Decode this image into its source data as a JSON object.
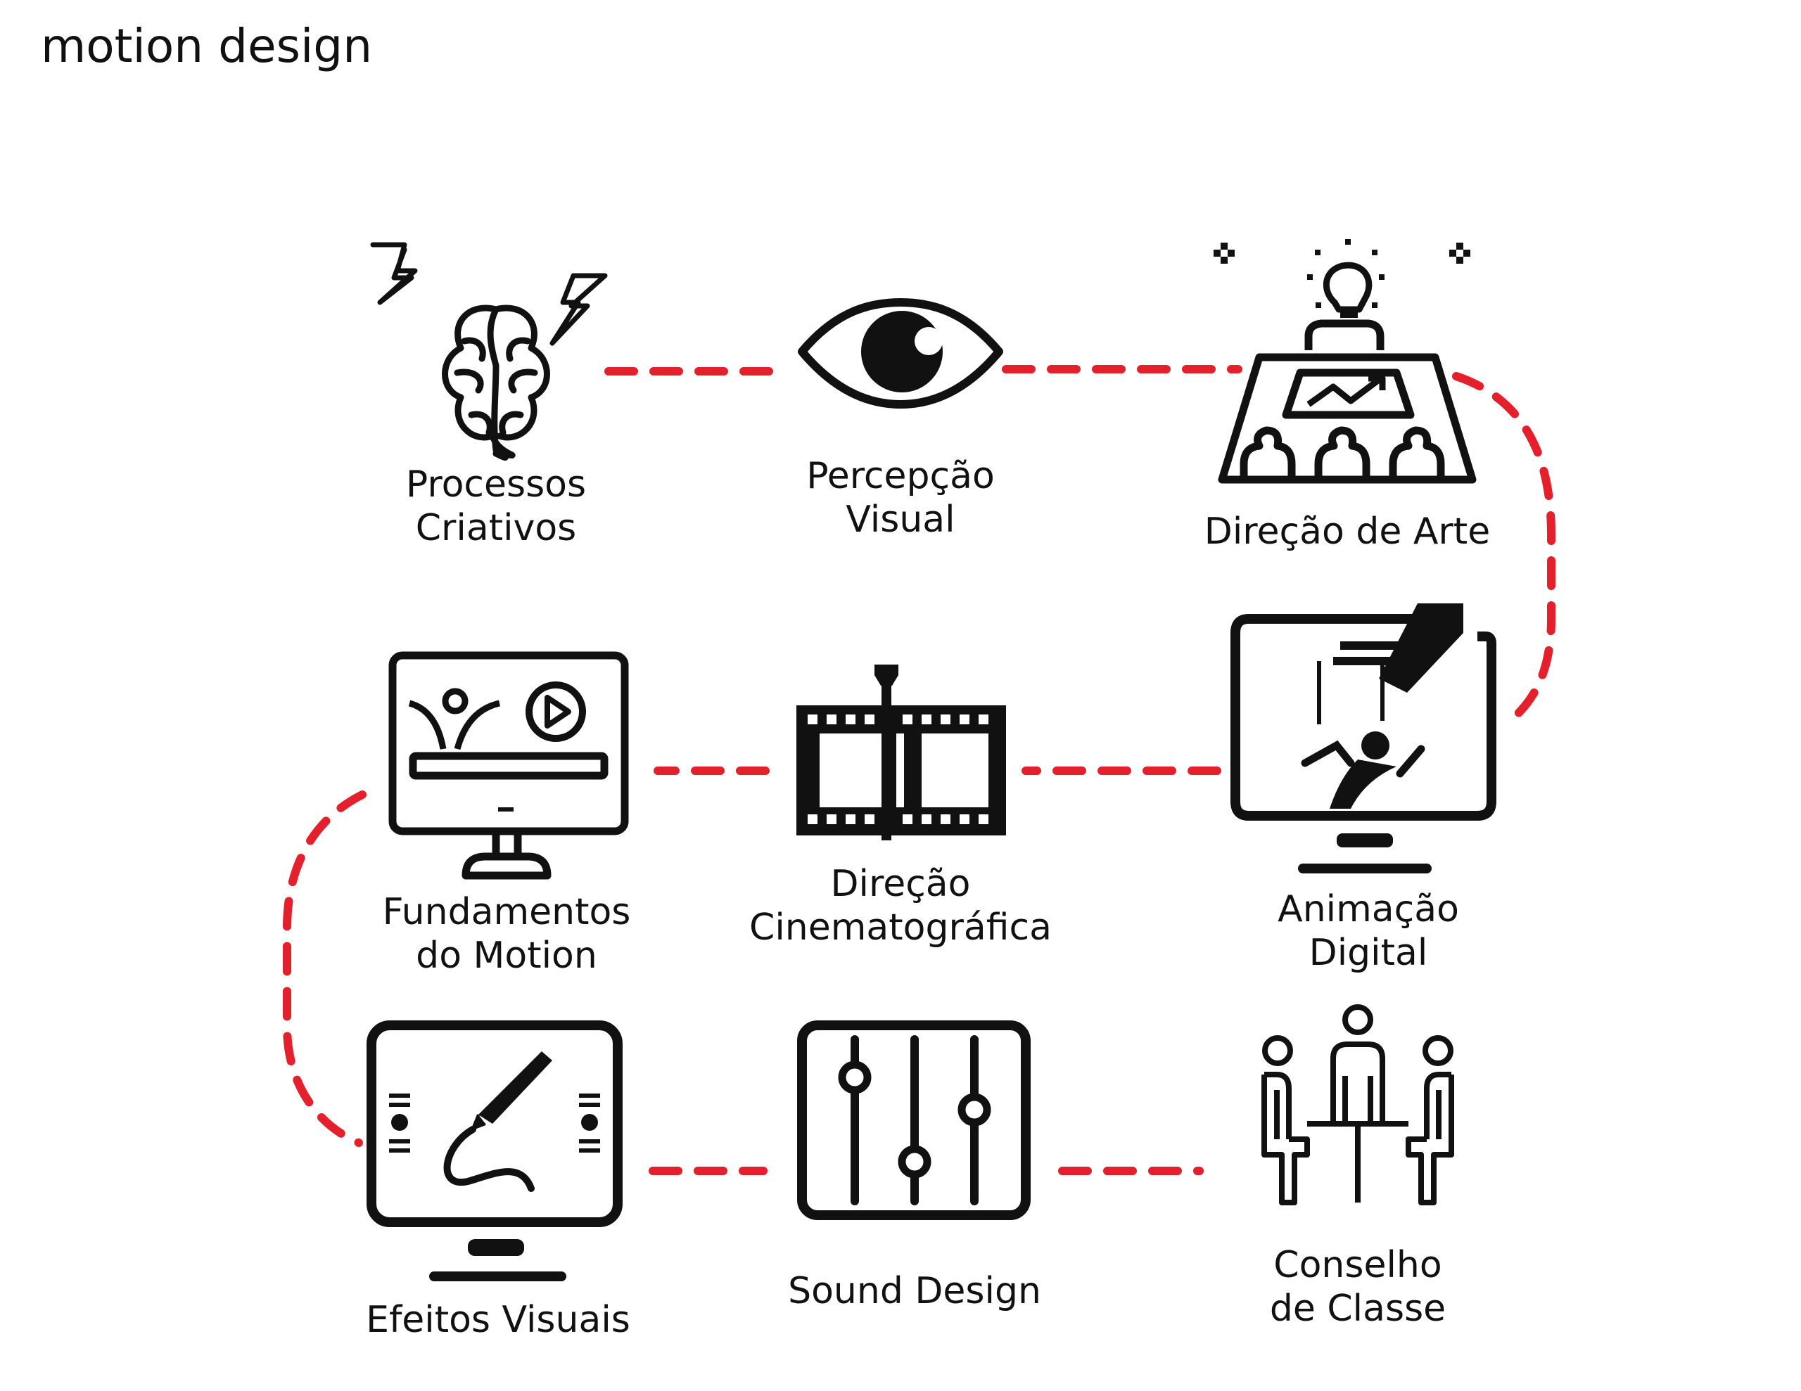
{
  "page": {
    "title": "motion design"
  },
  "colors": {
    "connector": "#e3202b",
    "ink": "#111111",
    "background": "#ffffff"
  },
  "nodes": [
    {
      "icon": "brain-lightning-icon",
      "lines": [
        "Processos",
        "Criativos"
      ]
    },
    {
      "icon": "eye-icon",
      "lines": [
        "Percepção",
        "Visual"
      ]
    },
    {
      "icon": "art-direction-meeting-icon",
      "lines": [
        "Direção de Arte"
      ]
    },
    {
      "icon": "monitor-animation-play-icon",
      "lines": [
        "Fundamentos",
        "do Motion"
      ]
    },
    {
      "icon": "film-strip-icon",
      "lines": [
        "Direção",
        "Cinematográfica"
      ]
    },
    {
      "icon": "puppet-monitor-icon",
      "lines": [
        "Animação",
        "Digital"
      ]
    },
    {
      "icon": "tablet-stylus-icon",
      "lines": [
        "Efeitos Visuais"
      ]
    },
    {
      "icon": "mixer-sliders-icon",
      "lines": [
        "Sound Design"
      ]
    },
    {
      "icon": "meeting-table-people-icon",
      "lines": [
        "Conselho",
        "de Classe"
      ]
    }
  ]
}
